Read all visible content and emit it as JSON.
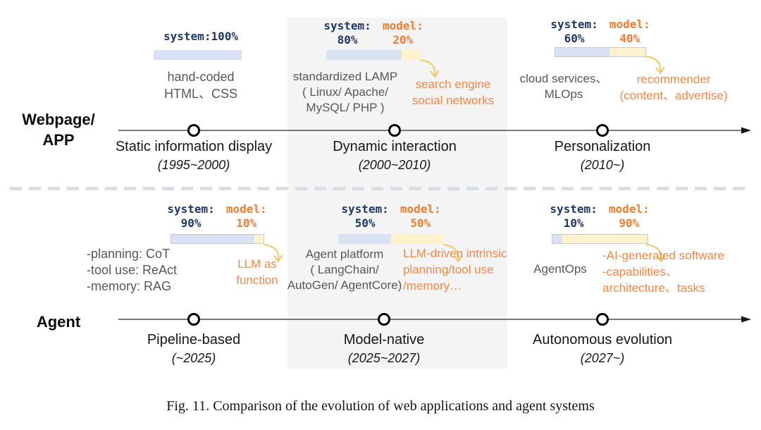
{
  "figure_caption": "Fig. 11. Comparison of the evolution of web applications and agent systems",
  "colors": {
    "system_navy": "#1F3864",
    "model_orange": "#ED7D31",
    "annotation_orange": "#EF8948",
    "bar_system_fill": "#D9E2F3",
    "bar_model_fill": "#FFF2CC",
    "bar_border": "#C6C6C6",
    "gray_text": "#575757",
    "highlight_box": "#F4F4F5"
  },
  "rows": [
    {
      "label": "Webpage/\nAPP",
      "stages": [
        {
          "header": {
            "system_label": "system:",
            "system_value": "100%"
          },
          "bar": {
            "system": 100,
            "model": 0
          },
          "gray_text": "hand-coded\nHTML、CSS",
          "title": "Static information display",
          "years": "(1995~2000)"
        },
        {
          "header": {
            "system_label": "system:",
            "system_value": "80%",
            "model_label": "model:",
            "model_value": "20%"
          },
          "bar": {
            "system": 80,
            "model": 20
          },
          "gray_text": "standardized LAMP\n( Linux/ Apache/\nMySQL/ PHP )",
          "orange_text": "search engine\nsocial networks",
          "title": "Dynamic interaction",
          "years": "(2000~2010)"
        },
        {
          "header": {
            "system_label": "system:",
            "system_value": "60%",
            "model_label": "model:",
            "model_value": "40%"
          },
          "bar": {
            "system": 60,
            "model": 40
          },
          "gray_text": "cloud services、\nMLOps",
          "orange_text": "recommender\n(content、advertise)",
          "title": "Personalization",
          "years": "(2010~)"
        }
      ]
    },
    {
      "label": "Agent",
      "stages": [
        {
          "header": {
            "system_label": "system:",
            "system_value": "90%",
            "model_label": "model:",
            "model_value": "10%"
          },
          "bar": {
            "system": 90,
            "model": 10
          },
          "gray_text": "-planning: CoT\n-tool use: ReAct\n-memory: RAG",
          "orange_text": "LLM as\nfunction",
          "title": "Pipeline-based",
          "years": "(~2025)"
        },
        {
          "header": {
            "system_label": "system:",
            "system_value": "50%",
            "model_label": "model:",
            "model_value": "50%"
          },
          "bar": {
            "system": 50,
            "model": 50
          },
          "gray_text": "Agent platform\n( LangChain/\nAutoGen/ AgentCore)",
          "orange_text": "LLM-driven intrinsic\nplanning/tool use\n/memory…",
          "title": "Model-native",
          "years": "(2025~2027)"
        },
        {
          "header": {
            "system_label": "system:",
            "system_value": "10%",
            "model_label": "model:",
            "model_value": "90%"
          },
          "bar": {
            "system": 10,
            "model": 90
          },
          "gray_text": "AgentOps",
          "orange_text": "-AI-generated software\n-capabilities、\narchitecture、tasks",
          "title": "Autonomous evolution",
          "years": "(2027~)"
        }
      ]
    }
  ]
}
